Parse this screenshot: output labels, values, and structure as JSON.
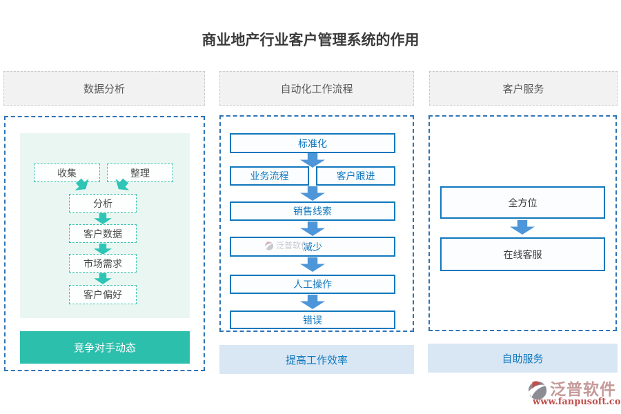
{
  "title": "商业地产行业客户管理系统的作用",
  "headers": {
    "data_analysis": "数据分析",
    "automation": "自动化工作流程",
    "customer_service": "客户服务"
  },
  "data_analysis": {
    "collect": "收集",
    "organize": "整理",
    "analyze": "分析",
    "customer_data": "客户数据",
    "market_demand": "市场需求",
    "customer_preference": "客户偏好",
    "competitor_button": "竞争对手动态"
  },
  "automation": {
    "standardization": "标准化",
    "business_process": "业务流程",
    "customer_followup": "客户跟进",
    "sales_leads": "销售线索",
    "reduce": "减少",
    "manual_operation": "人工操作",
    "errors": "错误",
    "footer": "提高工作效率"
  },
  "customer_service": {
    "all_round": "全方位",
    "online_support": "在线客服",
    "footer": "自助服务"
  },
  "branding": {
    "watermark_brand": "泛普软件",
    "logo_brand": "泛普软件",
    "logo_url": "www.fanpusoft.com"
  },
  "colors": {
    "teal_accent": "#2bbfac",
    "teal_dashed_border": "#35c3b0",
    "mint_panel_bg": "#e9f6f1",
    "blue_accent": "#1077bd",
    "panel_dashed_border": "#2e74b5",
    "arrow_blue": "#4d96d9",
    "footer_bg": "#d9e7f4",
    "header_bg": "#f2f2f2",
    "logo_red": "#c0504d"
  }
}
